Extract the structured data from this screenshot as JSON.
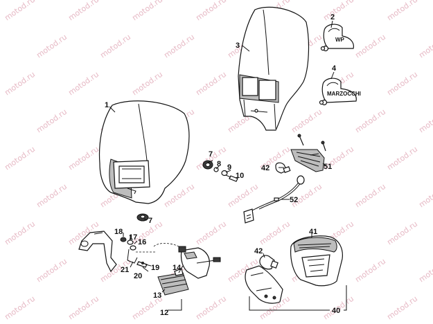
{
  "watermark": {
    "text": "motod.ru",
    "color": "#e6b8c4"
  },
  "callouts": [
    {
      "id": "n1",
      "label": "1"
    },
    {
      "id": "n2",
      "label": "2"
    },
    {
      "id": "n3",
      "label": "3"
    },
    {
      "id": "n4",
      "label": "4"
    },
    {
      "id": "n7a",
      "label": "7"
    },
    {
      "id": "n8",
      "label": "8"
    },
    {
      "id": "n9",
      "label": "9"
    },
    {
      "id": "n10",
      "label": "10"
    },
    {
      "id": "n7b",
      "label": "7"
    },
    {
      "id": "n42a",
      "label": "42"
    },
    {
      "id": "n51",
      "label": "51"
    },
    {
      "id": "n52",
      "label": "52"
    },
    {
      "id": "n18",
      "label": "18"
    },
    {
      "id": "n17",
      "label": "17"
    },
    {
      "id": "n16",
      "label": "16"
    },
    {
      "id": "n21",
      "label": "21"
    },
    {
      "id": "n19",
      "label": "19"
    },
    {
      "id": "n20",
      "label": "20"
    },
    {
      "id": "n14",
      "label": "14"
    },
    {
      "id": "n13",
      "label": "13"
    },
    {
      "id": "n12",
      "label": "12"
    },
    {
      "id": "n42b",
      "label": "42"
    },
    {
      "id": "n41",
      "label": "41"
    },
    {
      "id": "n40",
      "label": "40"
    }
  ],
  "brand_labels": {
    "wp": "WP",
    "marzocchi": "MARZOCCHI"
  }
}
